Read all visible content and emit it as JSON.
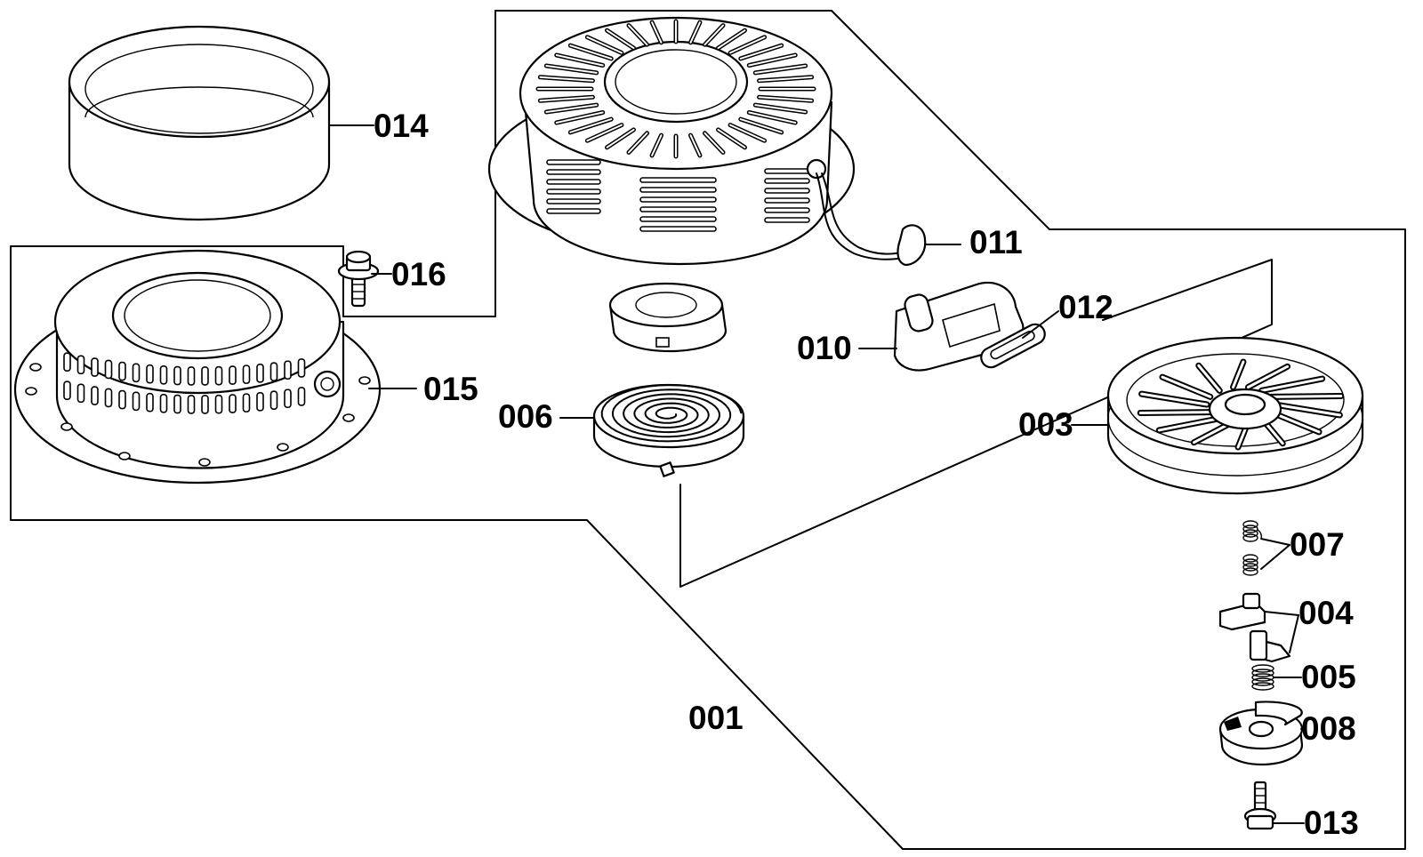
{
  "labels": {
    "p001": "001",
    "p003": "003",
    "p004": "004",
    "p005": "005",
    "p006": "006",
    "p007": "007",
    "p008": "008",
    "p010": "010",
    "p011": "011",
    "p012": "012",
    "p013": "013",
    "p014": "014",
    "p015": "015",
    "p016": "016"
  }
}
